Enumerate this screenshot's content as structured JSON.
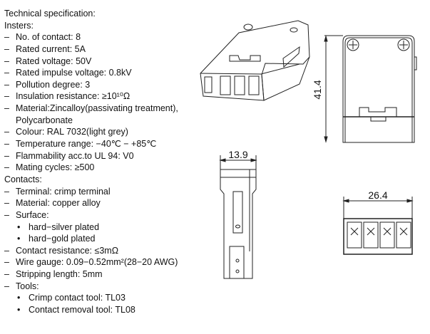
{
  "spec": {
    "title": "Technical specification:",
    "inserts_heading": "Insters:",
    "inserts": [
      "No. of contact: 8",
      "Rated current: 5A",
      "Rated voltage: 50V",
      "Rated impulse voltage: 0.8kV",
      "Pollution degree: 3",
      "Insulation resistance: ≥10¹⁰Ω",
      "Material:Zincalloy(passivating treatment),",
      "Polycarbonate",
      "Colour: RAL 7032(light grey)",
      "Temperature range: −40℃ − +85℃",
      "Flammability acc.to UL 94: V0",
      "Mating cycles: ≥500"
    ],
    "contacts_heading": "Contacts:",
    "contacts": [
      "Terminal: crimp terminal",
      "Material: copper alloy",
      "Surface:",
      "hard−silver plated",
      "hard−gold plated",
      "Contact resistance: ≤3mΩ",
      "Wire gauge: 0.09−0.52mm²(28−20 AWG)",
      "Stripping length: 5mm",
      "Tools:",
      "Crimp contact tool: TL03",
      "Contact removal tool: TL08"
    ]
  },
  "dimensions": {
    "height": "41.4",
    "width_side": "13.9",
    "width_front": "26.4"
  }
}
